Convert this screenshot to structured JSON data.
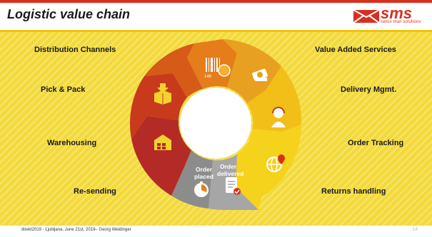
{
  "title": "Logistic value chain",
  "logo": {
    "brand": "sms",
    "tagline": "swiss mail solutions"
  },
  "labels": {
    "distribution_channels": "Distribution Channels",
    "pick_pack": "Pick & Pack",
    "warehousing": "Warehousing",
    "re_sending": "Re-sending",
    "value_added_services": "Value Added Services",
    "delivery_mgmt": "Delivery Mgmt.",
    "order_tracking": "Order Tracking",
    "returns_handling": "Returns handling"
  },
  "wheel": {
    "order_placed_line1": "Order",
    "order_placed_line2": "placed",
    "order_delivered_line1": "Order",
    "order_delivered_line2": "delivered",
    "barcode_number": "148"
  },
  "footer": {
    "text": "direkt2019 - Ljubljana, June 21st, 2019– Georg Weidinger",
    "page_number": "14"
  },
  "colors": {
    "background": "#f3da3a",
    "brand_red": "#d7301f",
    "segments": [
      "#e8a020",
      "#e47d1a",
      "#d65a18",
      "#c73a1c",
      "#b42a26",
      "#9a9a9a",
      "#f1bf18",
      "#f5d21c"
    ]
  }
}
